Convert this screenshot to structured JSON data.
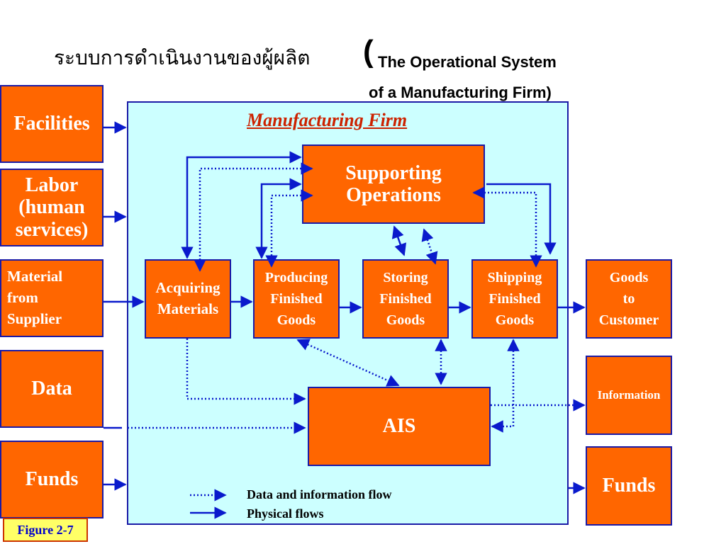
{
  "title": {
    "thai": "ระบบการดำเนินงานของผู้ผลิต",
    "open_paren": "(",
    "english_line1": "The Operational System",
    "english_line2": "of a Manufacturing Firm)"
  },
  "firm_label": "Manufacturing Firm",
  "inputs": {
    "facilities": "Facilities",
    "labor": "Labor\n(human\nservices)",
    "material": "Material\nfrom\nSupplier",
    "data": "Data",
    "funds": "Funds"
  },
  "processes": {
    "supporting": "Supporting\nOperations",
    "acquiring": "Acquiring\nMaterials",
    "producing": "Producing\nFinished\nGoods",
    "storing": "Storing\nFinished\nGoods",
    "shipping": "Shipping\nFinished\nGoods",
    "ais": "AIS"
  },
  "outputs": {
    "goods": "Goods\nto\nCustomer",
    "information": "Information",
    "funds": "Funds"
  },
  "legend": {
    "data_flow": "Data and information flow",
    "physical_flow": "Physical flows"
  },
  "figure_label": "Figure 2-7",
  "colors": {
    "box_fill": "#ff6600",
    "box_border": "#1a1aa6",
    "firm_fill": "#ccffff",
    "arrow": "#0a1acc",
    "firm_label": "#cc2200"
  }
}
